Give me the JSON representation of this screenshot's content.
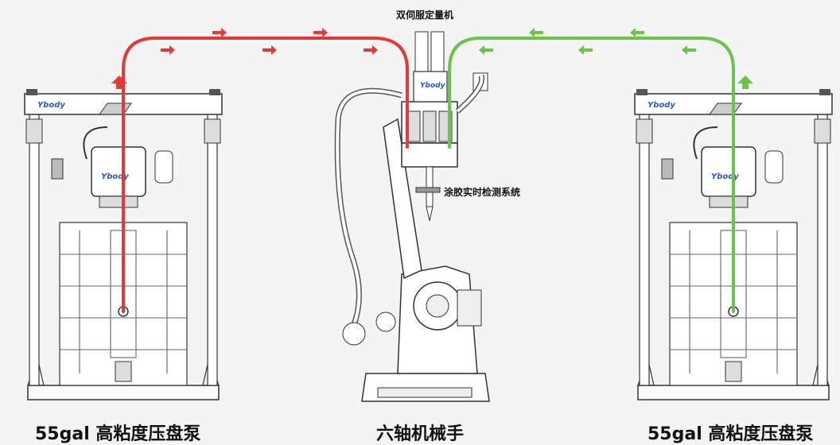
{
  "labels": {
    "dispenser": "双伺服定量机",
    "inspection": "涂胶实时检测系统",
    "pump_left": "55gal 高粘度压盘泵",
    "robot": "六轴机械手",
    "pump_right": "55gal 高粘度压盘泵"
  },
  "brand": "Ybody",
  "flow_colors": {
    "supply_left": "#e53935",
    "supply_right": "#6cc24a"
  }
}
